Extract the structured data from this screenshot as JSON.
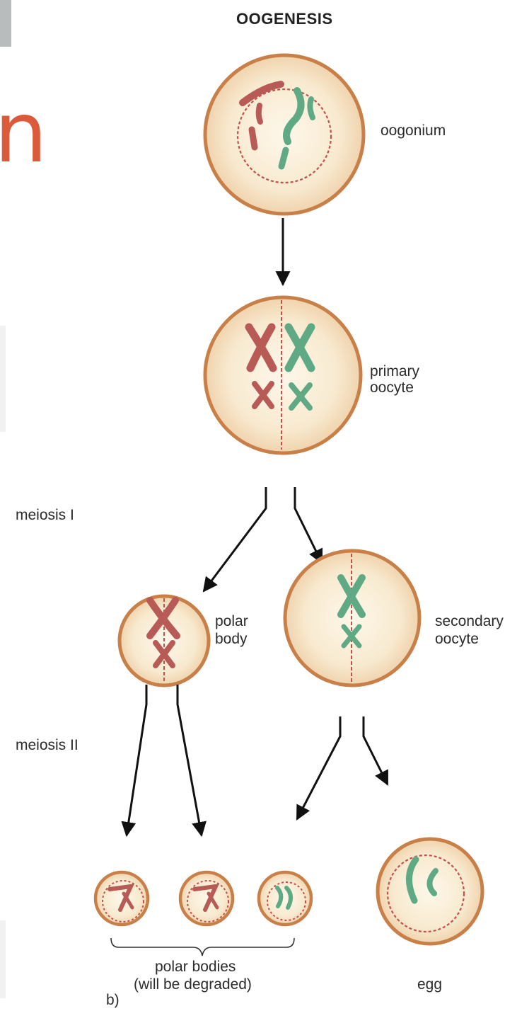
{
  "header": {
    "title": "OOGENESIS",
    "slide_fragment": "n"
  },
  "stages": {
    "oogonium": "oogonium",
    "primary_oocyte": [
      "primary",
      "oocyte"
    ],
    "polar_body": [
      "polar",
      "body"
    ],
    "secondary_oocyte": [
      "secondary",
      "oocyte"
    ],
    "egg": "egg"
  },
  "phases": {
    "meiosis_one": "meiosis I",
    "meiosis_two": "meiosis II"
  },
  "footer": {
    "polar_bodies": [
      "polar bodies",
      "(will be degraded)"
    ],
    "panel_letter": "b)"
  },
  "colors": {
    "cell_fill": "#f8ead0",
    "cell_border": "#c87f48",
    "maternal_chromosome": "#b85a55",
    "paternal_chromosome": "#5faa84",
    "slide_accent": "#dc5a3c"
  }
}
